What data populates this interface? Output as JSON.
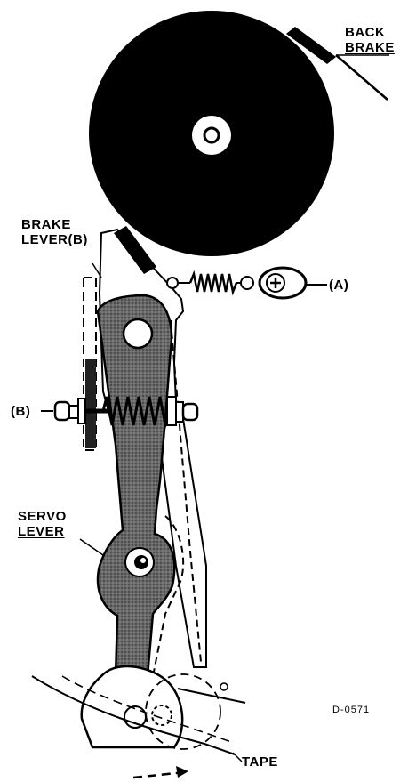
{
  "labels": {
    "back_brake_line1": "BACK",
    "back_brake_line2": "BRAKE",
    "brake_lever_line1": "BRAKE",
    "brake_lever_line2": "LEVER(B)",
    "a_marker": "(A)",
    "b_marker": "(B)",
    "servo_lever_line1": "SERVO",
    "servo_lever_line2": "LEVER",
    "tape": "TAPE",
    "drawing_number": "D-0571"
  },
  "colors": {
    "ink": "#000000",
    "paper": "#ffffff",
    "lever_shading": "#555555"
  }
}
